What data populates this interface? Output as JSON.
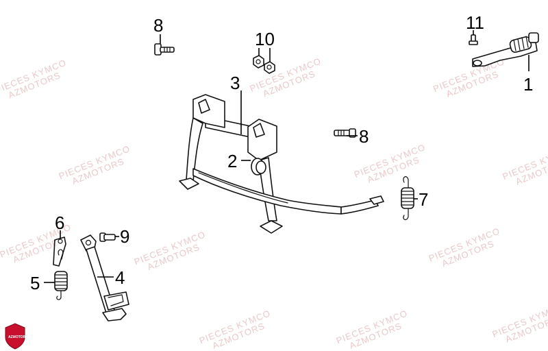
{
  "watermark": {
    "line1": "PIECES KYMCO",
    "line2": "AZMOTORS"
  },
  "logo": {
    "text": "AZMOTORS",
    "color": "#c8102e"
  },
  "callouts": [
    {
      "id": "c8a",
      "label": "8"
    },
    {
      "id": "c10",
      "label": "10"
    },
    {
      "id": "c11",
      "label": "11"
    },
    {
      "id": "c1",
      "label": "1"
    },
    {
      "id": "c3",
      "label": "3"
    },
    {
      "id": "c8b",
      "label": "8"
    },
    {
      "id": "c2",
      "label": "2"
    },
    {
      "id": "c7",
      "label": "7"
    },
    {
      "id": "c6",
      "label": "6"
    },
    {
      "id": "c9",
      "label": "9"
    },
    {
      "id": "c5",
      "label": "5"
    },
    {
      "id": "c4",
      "label": "4"
    }
  ],
  "parts": [
    {
      "callout": "1",
      "icon": "kick-lever-icon"
    },
    {
      "callout": "2",
      "icon": "rubber-stopper-icon"
    },
    {
      "callout": "3",
      "icon": "main-stand-icon"
    },
    {
      "callout": "4",
      "icon": "side-stand-icon"
    },
    {
      "callout": "5",
      "icon": "side-spring-icon"
    },
    {
      "callout": "6",
      "icon": "spring-plate-icon"
    },
    {
      "callout": "7",
      "icon": "main-spring-icon"
    },
    {
      "callout": "8",
      "icon": "bolt-icon"
    },
    {
      "callout": "9",
      "icon": "pivot-bolt-icon"
    },
    {
      "callout": "10",
      "icon": "nut-icon"
    },
    {
      "callout": "11",
      "icon": "small-bolt-icon"
    }
  ]
}
